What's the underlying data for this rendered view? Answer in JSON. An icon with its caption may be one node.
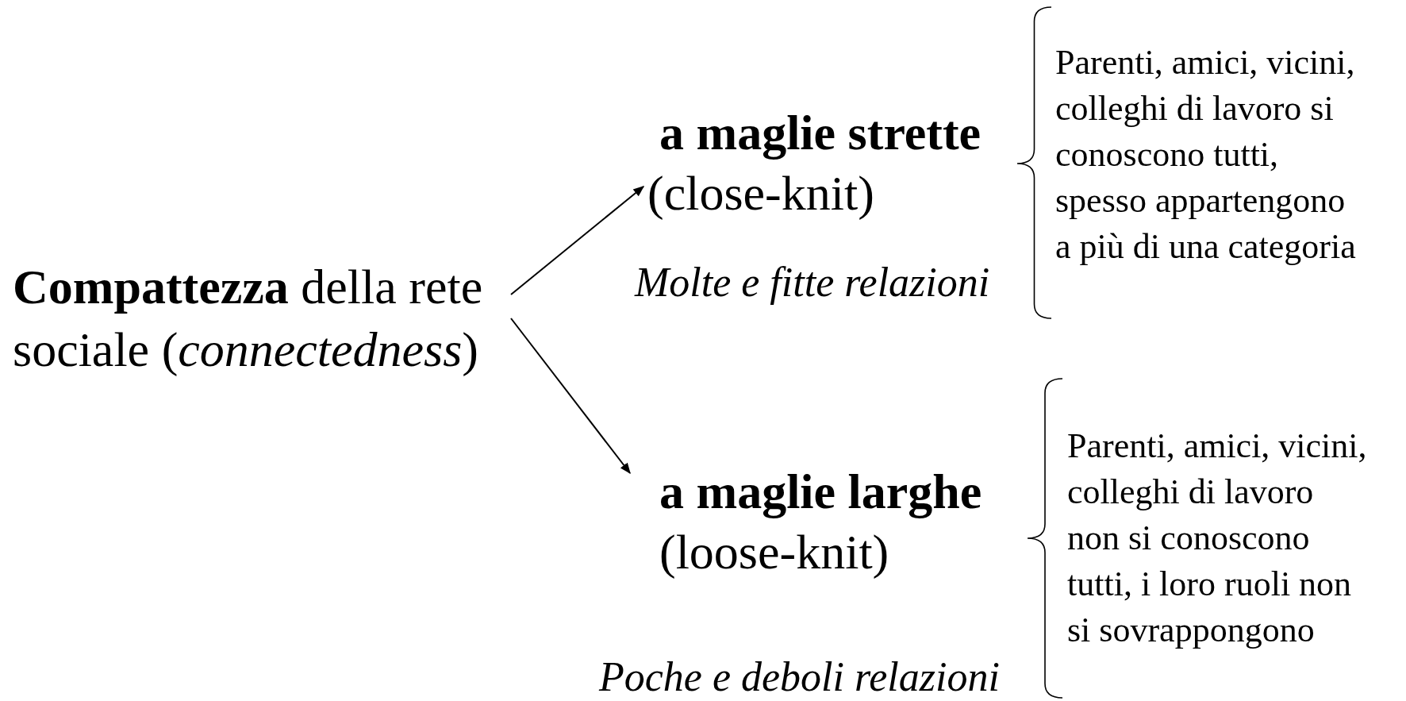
{
  "diagram": {
    "nodes": [
      {
        "text": [
          "**Compattezza** della rete sociale (*connectedness*)"
        ]
      },
      {
        "text": [
          "a maglie strette",
          "(close-knit)"
        ],
        "beside": [
          "Molte e fitte relazioni"
        ]
      },
      {
        "text": [
          "a maglie larghe",
          "(loose-knit)"
        ],
        "beside": [
          "Poche e deboli relazioni"
        ]
      }
    ],
    "edges": [
      {
        "from": 0,
        "to": 1,
        "arrow": "to"
      },
      {
        "from": 0,
        "to": 2,
        "arrow": "to"
      }
    ],
    "labels": [
      "Parenti, amici, vicini, colleghi di lavoro si conoscono tutti, spesso appartengono a più di una categoria",
      "Parenti, amici, vicini, colleghi di lavoro non si conoscono tutti, i loro ruoli non si sovrappongono"
    ]
  }
}
